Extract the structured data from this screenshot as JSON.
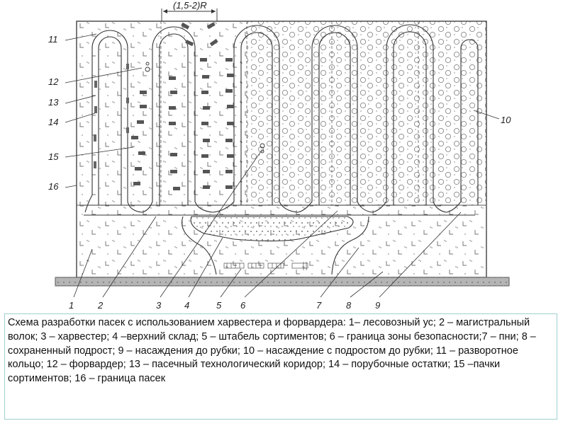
{
  "diagram": {
    "dimension_label": "(1,5-2)R",
    "left_labels": [
      "11",
      "12",
      "13",
      "14",
      "15",
      "16"
    ],
    "right_label": "10",
    "bottom_labels": [
      "1",
      "2",
      "3",
      "4",
      "5",
      "6",
      "7",
      "8",
      "9"
    ]
  },
  "caption": "Схема разработки пасек с использованием харвестера и форвардера: 1– лесовозный ус; 2 – магистральный волок; 3 – харвестер; 4 –верхний склад; 5 – штабель сортиментов; 6 – граница зоны безопасности;7 – пни; 8 – сохраненный подрост; 9 – насаждения до рубки; 10 – насаждение с подростом до рубки; 11 – разворотное кольцо; 12 – форвардер; 13 – пасечный технологический коридор; 14 – порубочные остатки; 15 –пачки сортиментов; 16 – граница пасек",
  "colors": {
    "line": "#333333",
    "road": "#b5b5b5",
    "mark": "#555555"
  }
}
